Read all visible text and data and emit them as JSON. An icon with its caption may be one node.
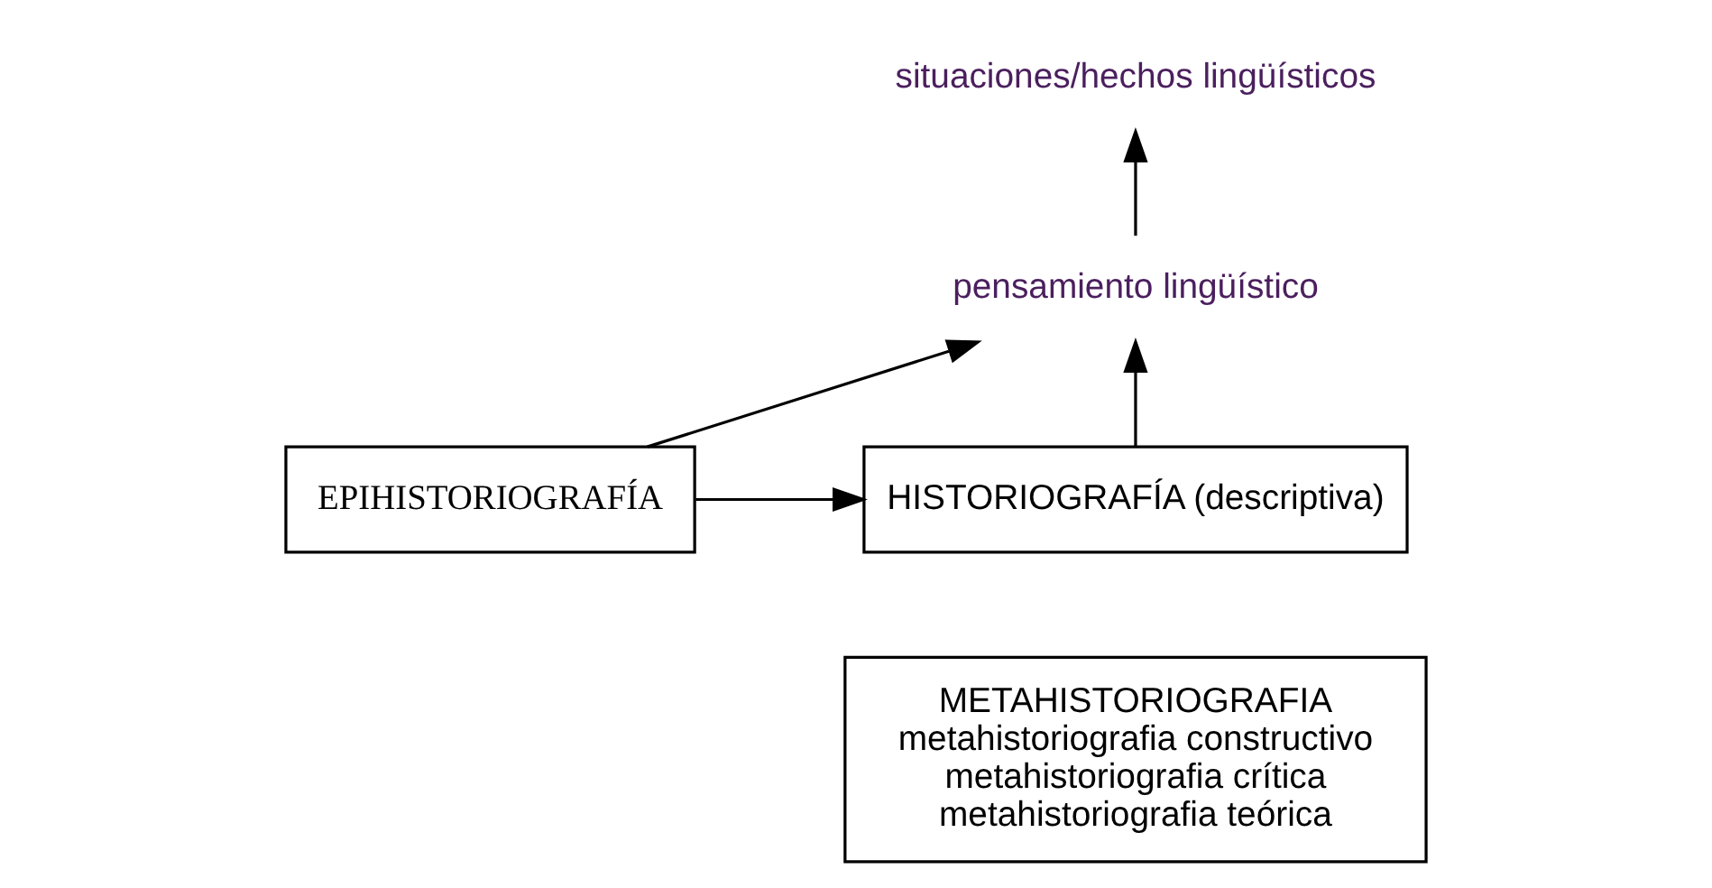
{
  "diagram": {
    "nodes": [
      {
        "text": [
          "situaciones/hechos lingüísticos"
        ]
      },
      {
        "text": [
          "pensamiento lingüístico"
        ]
      },
      {
        "text": [
          "EPIHISTORIOGRAFÍA"
        ]
      },
      {
        "text": [
          "HISTORIOGRAFÍA (descriptiva)"
        ]
      },
      {
        "text": [
          "METAHISTORIOGRAFIA",
          "metahistoriografia constructivo",
          "metahistoriografia crítica",
          "metahistoriografia teórica"
        ]
      }
    ],
    "edges": [
      {
        "from": 1,
        "to": 0,
        "arrow": "to"
      },
      {
        "from": 2,
        "to": 1,
        "arrow": "to"
      },
      {
        "from": 2,
        "to": 3,
        "arrow": "to"
      },
      {
        "from": 3,
        "to": 1,
        "arrow": "to"
      }
    ]
  }
}
